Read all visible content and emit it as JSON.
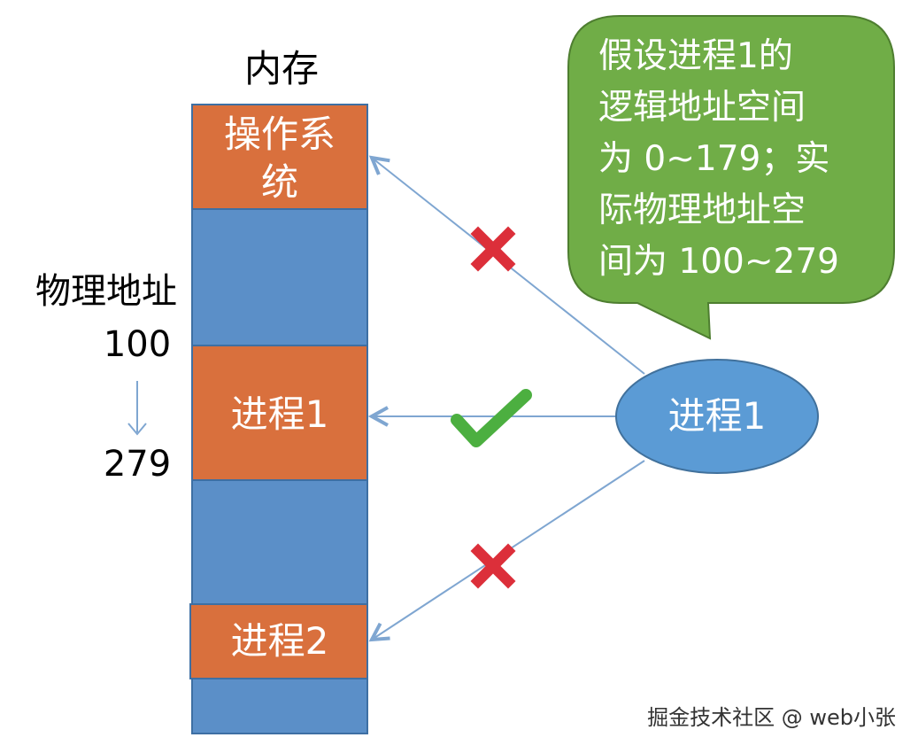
{
  "memory": {
    "title": "内存",
    "segments": {
      "os_line1": "操作系",
      "os_line2": "统",
      "process1": "进程1",
      "process2": "进程2"
    }
  },
  "physical_address": {
    "label": "物理地址",
    "start": "100",
    "end": "279"
  },
  "process_node": {
    "label": "进程1"
  },
  "callout": {
    "lines": [
      "假设进程1的",
      "逻辑地址空间",
      "为 0~179；实",
      "际物理地址空",
      "间为 100~279"
    ]
  },
  "access": {
    "to_os": "invalid",
    "to_process1": "valid",
    "to_process2": "invalid"
  },
  "watermark": "掘金技术社区 @ web小张",
  "colors": {
    "memory_orange": "#D9703D",
    "memory_blue": "#5B8FC8",
    "bubble_green": "#70AD47",
    "ellipse_blue": "#5B9BD5",
    "cross_red": "#DC2F3A",
    "check_green": "#4CAF40",
    "arrow_blue": "#7FA6D1"
  }
}
